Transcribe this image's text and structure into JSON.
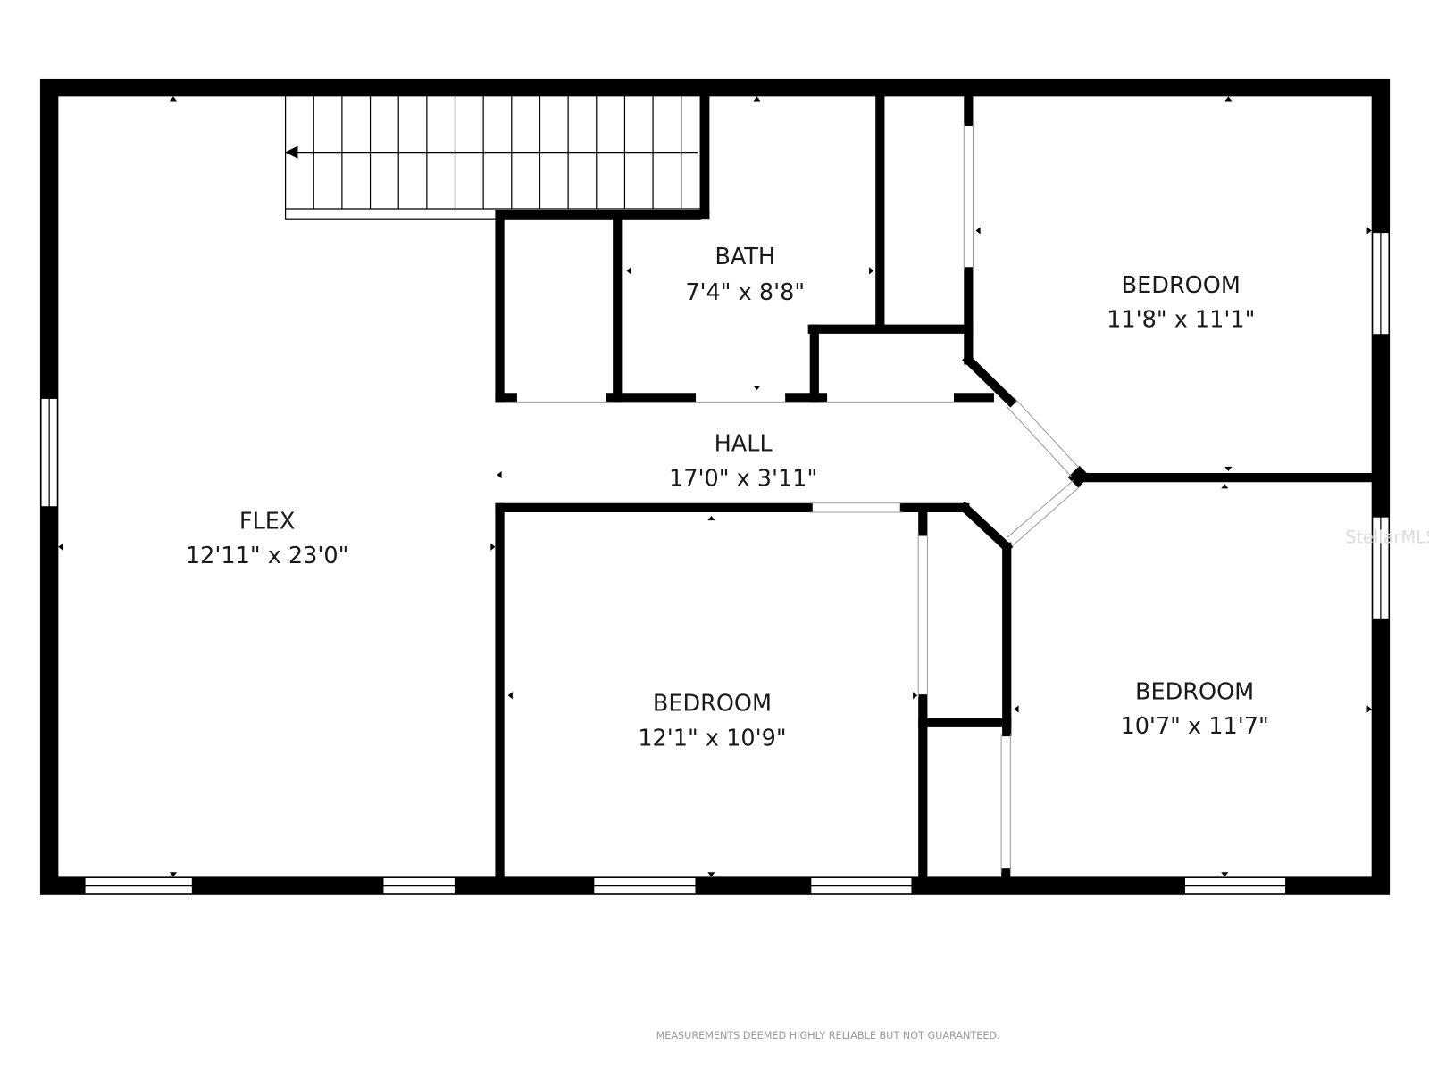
{
  "rooms": [
    {
      "name": "FLEX",
      "dims": "12'11\" x 23'0\""
    },
    {
      "name": "BATH",
      "dims": "7'4\" x 8'8\""
    },
    {
      "name": "BEDROOM",
      "dims": "11'8\" x 11'1\""
    },
    {
      "name": "HALL",
      "dims": "17'0\" x 3'11\""
    },
    {
      "name": "BEDROOM",
      "dims": "12'1\" x 10'9\""
    },
    {
      "name": "BEDROOM",
      "dims": "10'7\" x 11'7\""
    }
  ],
  "disclaimer": "MEASUREMENTS DEEMED HIGHLY RELIABLE BUT NOT GUARANTEED.",
  "watermark": "StellarMLS",
  "colors": {
    "wall": "#000000",
    "background": "#ffffff"
  }
}
